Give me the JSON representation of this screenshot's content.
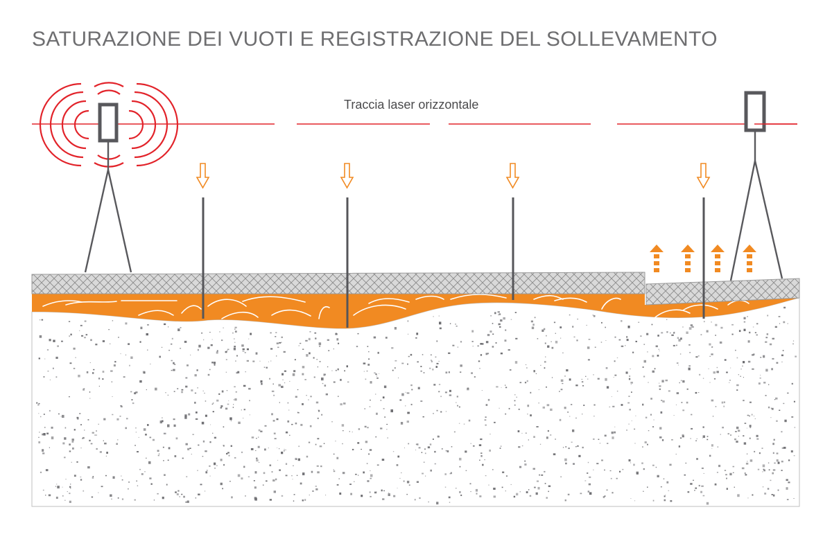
{
  "title": "SATURAZIONE DEI VUOTI E REGISTRAZIONE DEL SOLLEVAMENTO",
  "laser_label": "Traccia laser orizzontale",
  "colors": {
    "laser": "#e2232a",
    "resin": "#f18a22",
    "slab": "#d9d9d9",
    "hatch": "#8a8a8a",
    "rod": "#555559",
    "soil_speckle": "#6a6a6e",
    "text": "#6e6e70",
    "soil_border": "#bfbfbf"
  },
  "icons": {
    "transmitter": "laser-emitter-icon",
    "receiver": "laser-receiver-icon",
    "injection": "down-arrow-icon",
    "lift": "up-arrow-icon"
  },
  "injection_points": 4,
  "lift_arrows": 4
}
